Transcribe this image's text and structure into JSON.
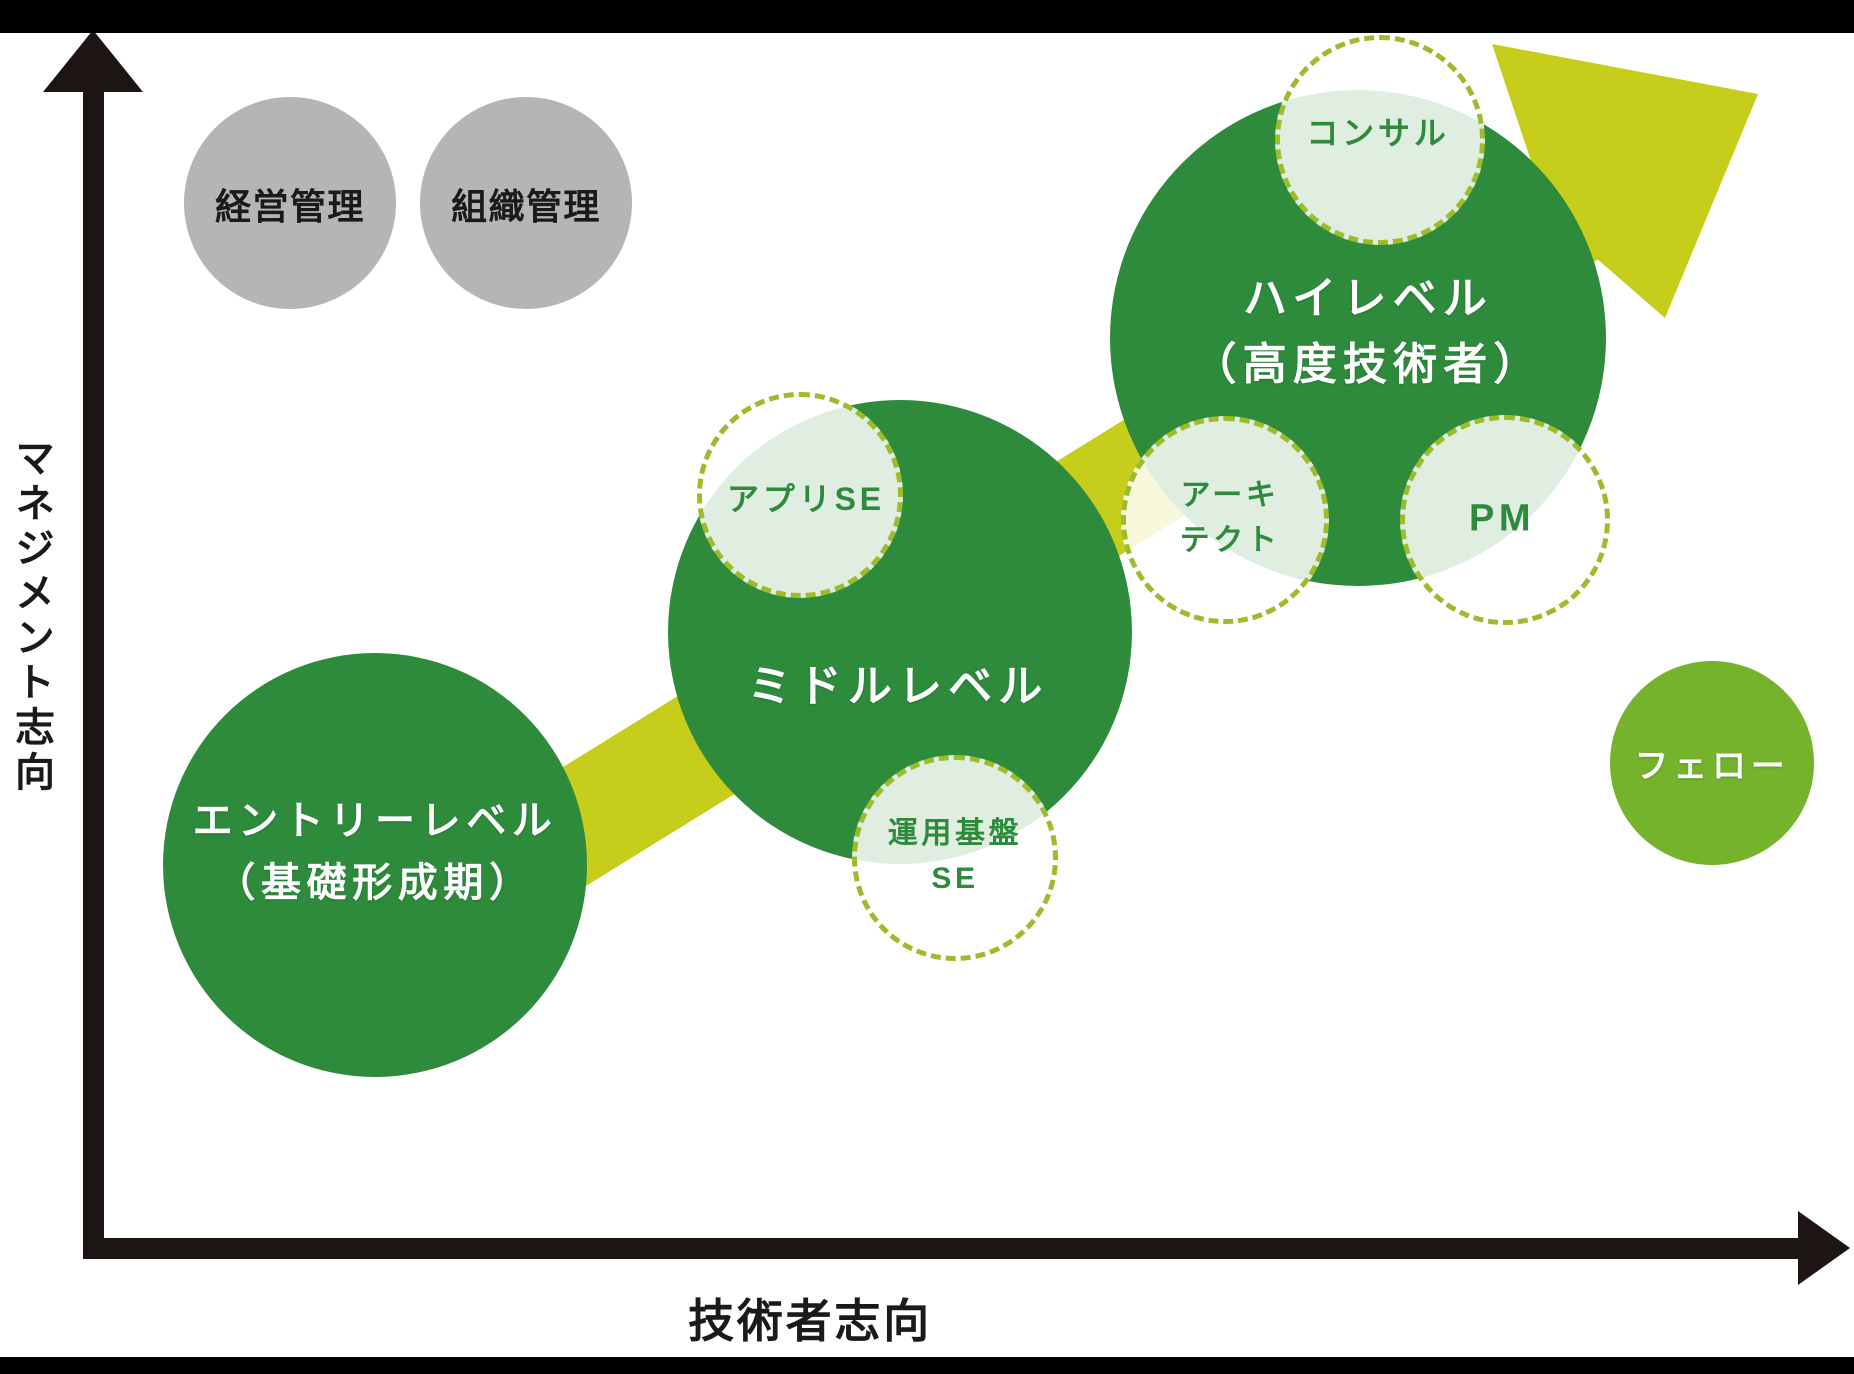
{
  "diagram_title": "",
  "axes": {
    "y_label": "マネジメント志向",
    "x_label": "技術者志向"
  },
  "management_circles": [
    {
      "label": "経営管理"
    },
    {
      "label": "組織管理"
    }
  ],
  "levels": [
    {
      "name": "entry-level",
      "line1": "エントリーレベル",
      "line2": "（基礎形成期）"
    },
    {
      "name": "middle-level",
      "line1": "ミドルレベル"
    },
    {
      "name": "high-level",
      "line1": "ハイレベル",
      "line2": "（高度技術者）"
    }
  ],
  "roles": [
    {
      "name": "app-se",
      "line1": "アプリSE"
    },
    {
      "name": "operations-infra-se",
      "line1": "運用基盤",
      "line2": "SE"
    },
    {
      "name": "consultant",
      "line1": "コンサル"
    },
    {
      "name": "architect",
      "line1": "アーキ",
      "line2": "テクト"
    },
    {
      "name": "pm",
      "line1": "PM"
    }
  ],
  "fellow": {
    "label": "フェロー"
  },
  "colors": {
    "level_circle_green": "#2e8b3c",
    "fellow_green": "#74b32b",
    "arrow_yellow_green": "#c6cd1a",
    "dashed_circle_stroke": "#9dbc2b",
    "dashed_circle_fill": "rgba(255,255,255,0.85)",
    "management_gray": "#b5b5b5",
    "axis_black": "#1c1513",
    "text_black": "#1a1a1a",
    "role_text_green": "#2e8b3c",
    "level_text_white": "#ffffff",
    "frame_bars": "#000000",
    "background": "#ffffff"
  }
}
